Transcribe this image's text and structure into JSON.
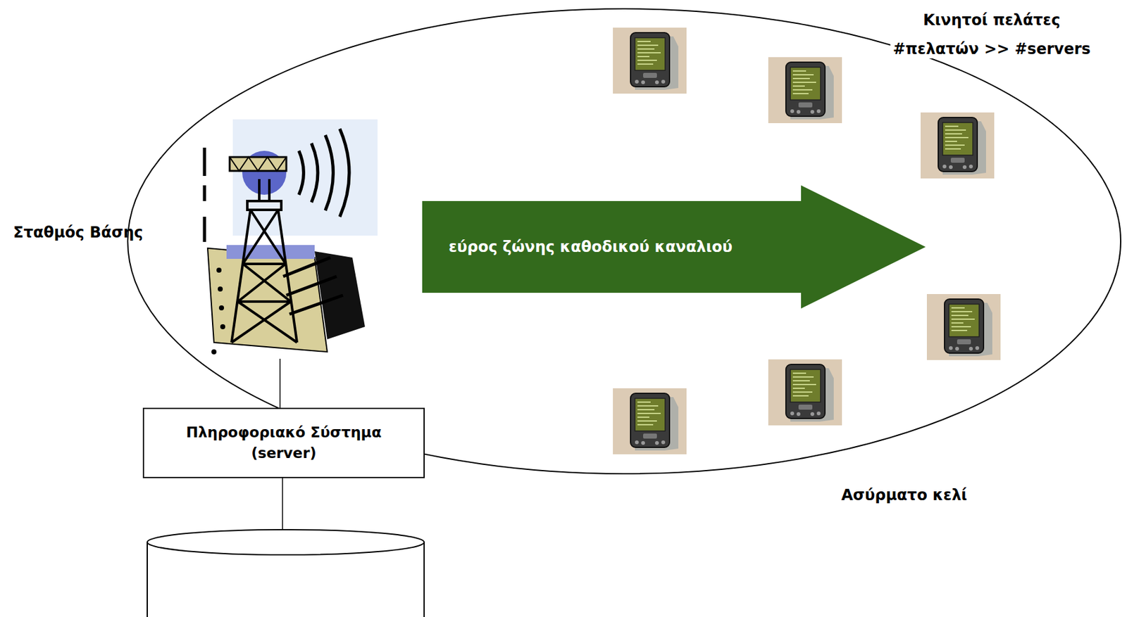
{
  "diagram": {
    "nodes": [
      {
        "text": [
          "εύρος ζώνης καθοδικού καναλιού"
        ]
      },
      {
        "text": [
          "Πληροφοριακό Σύστημα (server)"
        ]
      }
    ],
    "labels": [
      "Κινητοί πελάτες",
      "#πελατών >> #servers",
      "Σταθμός Βάσης",
      "Ασύρματο κελί"
    ]
  }
}
